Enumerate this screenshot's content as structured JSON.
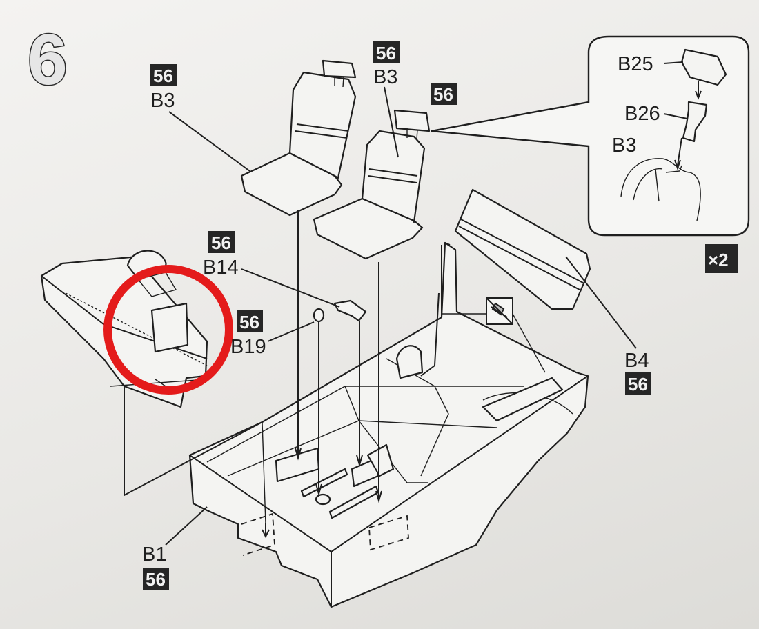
{
  "step_number": "6",
  "paint_code": "56",
  "labels": {
    "b3_left": "B3",
    "b3_right": "B3",
    "b14": "B14",
    "b19": "B19",
    "b4": "B4",
    "b1": "B1",
    "b25": "B25",
    "b26": "B26",
    "b3_detail": "B3"
  },
  "multiplier": "×2",
  "highlight_color": "#e41b1b",
  "icons": [
    "glue-cement-icon",
    "headrest-detail-callout"
  ]
}
